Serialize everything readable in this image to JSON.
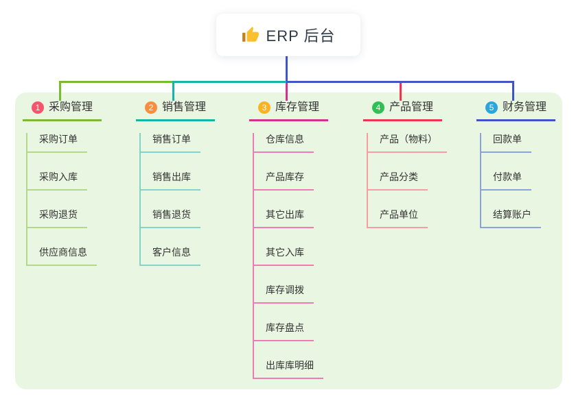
{
  "root": {
    "title": "ERP 后台",
    "icon": "thumbs-up"
  },
  "panel": {
    "bg": "#e9f6e2"
  },
  "connector": {
    "main": "#4156c5"
  },
  "branches": [
    {
      "number": "1",
      "title": "采购管理",
      "colors": {
        "main": "#79ba30",
        "light": "#b2d98b",
        "badge": "#f4566c"
      },
      "children": [
        "采购订单",
        "采购入库",
        "采购退货",
        "供应商信息"
      ]
    },
    {
      "number": "2",
      "title": "销售管理",
      "colors": {
        "main": "#12b5a7",
        "light": "#83d3cb",
        "badge": "#fa8d3d"
      },
      "children": [
        "销售订单",
        "销售出库",
        "销售退货",
        "客户信息"
      ]
    },
    {
      "number": "3",
      "title": "库存管理",
      "colors": {
        "main": "#d6308f",
        "light": "#f07bb4",
        "badge": "#fbb324"
      },
      "children": [
        "仓库信息",
        "产品库存",
        "其它出库",
        "其它入库",
        "库存调拨",
        "库存盘点",
        "出库库明细"
      ]
    },
    {
      "number": "4",
      "title": "产品管理",
      "colors": {
        "main": "#f1344e",
        "light": "#f79ba4",
        "badge": "#2fbf53"
      },
      "children": [
        "产品（物料）",
        "产品分类",
        "产品单位"
      ]
    },
    {
      "number": "5",
      "title": "财务管理",
      "colors": {
        "main": "#3d55c4",
        "light": "#8ba3dd",
        "badge": "#2aa5de"
      },
      "children": [
        "回款单",
        "付款单",
        "结算账户"
      ]
    }
  ]
}
